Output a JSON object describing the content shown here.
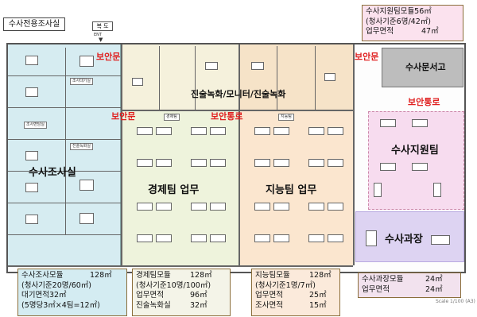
{
  "title": "수사전용조사실",
  "corridor_tag": "복 도",
  "ent_label": "ENT",
  "zones": {
    "investigation": "수사조사실",
    "recording": "진술녹화/모니터/진술녹화",
    "economic": "경제팀 업무",
    "intelligence": "지능팀 업무",
    "support": "수사지원팀",
    "chief": "수사과장",
    "archive": "수사문서고"
  },
  "security": {
    "door_left_top": "보안문",
    "door_right_top": "보안문",
    "door_left_mid": "보안문",
    "passage_mid": "보안통로",
    "passage_right": "보안통로"
  },
  "room_tags": {
    "room1": "조사대기실",
    "room2": "조사면담실",
    "room3": "진술녹화실",
    "eco": "경제팀",
    "intel": "지능팀"
  },
  "info": {
    "investigation": [
      {
        "k": "수사조사모듈",
        "v": "128㎡"
      },
      {
        "k": "(청사기준20명/60㎡)",
        "v": ""
      },
      {
        "k": "대기면적32㎡",
        "v": ""
      },
      {
        "k": "(5명당3㎡×4팀=12㎡)",
        "v": ""
      }
    ],
    "economic": [
      {
        "k": "경제팀모듈",
        "v": "128㎡"
      },
      {
        "k": "(청사기준10명/100㎡)",
        "v": ""
      },
      {
        "k": "업무면적",
        "v": "96㎡"
      },
      {
        "k": "진술녹화실",
        "v": "32㎡"
      }
    ],
    "intelligence": [
      {
        "k": "지능팀모듈",
        "v": "128㎡"
      },
      {
        "k": "(청사기준1명/7㎡)",
        "v": ""
      },
      {
        "k": "업무면적",
        "v": "25㎡"
      },
      {
        "k": "조사면적",
        "v": "15㎡"
      }
    ],
    "chief": [
      {
        "k": "수사과장모듈",
        "v": "24㎡"
      },
      {
        "k": "업무면적",
        "v": "24㎡"
      }
    ],
    "support": [
      {
        "k": "수사지원팀모듈56㎡",
        "v": ""
      },
      {
        "k": "(청사기준6명/42㎡)",
        "v": ""
      },
      {
        "k": "업무면적",
        "v": "47㎡"
      }
    ]
  },
  "scale": "Scale 1/100 (A3)",
  "colors": {
    "security_red": "#e02020",
    "investigation_zone": "#d6ecf1",
    "support_zone": "#f7dcef",
    "chief_zone": "#ddd3f2",
    "archive_zone": "#bdbdbd"
  }
}
